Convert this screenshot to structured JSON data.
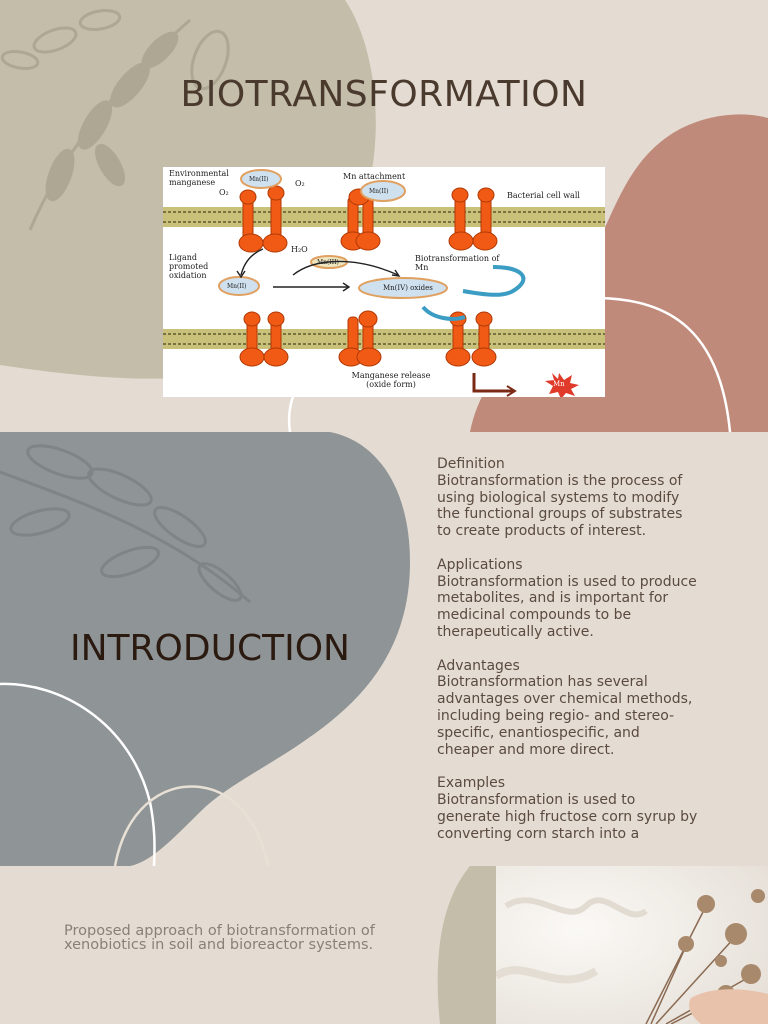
{
  "slide1": {
    "title": "BIOTRANSFORMATION",
    "diagram": {
      "labels": {
        "env_manganese": "Environmental manganese",
        "o2_left": "O₂",
        "o2_right": "O₂",
        "mn_attachment": "Mn attachment",
        "bacterial_cell_wall": "Bacterial cell wall",
        "h2o": "H₂O",
        "ligand": "Ligand promoted oxidation",
        "biotrans_mn": "Biotransformation of Mn",
        "mn_ii_top": "Mn(II)",
        "mn_ii_attach": "Mn(II)",
        "mn_iii": "Mn(III)",
        "mn_ii_left": "Mn(II)",
        "mn_iv": "Mn(IV) oxides",
        "release": "Manganese release (oxide form)",
        "mn_burst": "Mn"
      }
    }
  },
  "slide2": {
    "heading": "INTRODUCTION",
    "sections": [
      {
        "title": "Definition",
        "body": "Biotransformation is the process of using biological systems to modify the functional groups of substrates to create products of interest."
      },
      {
        "title": "Applications",
        "body": "Biotransformation is used to produce metabolites, and is important for medicinal compounds to be therapeutically active."
      },
      {
        "title": "Advantages",
        "body": "Biotransformation has several advantages over chemical methods, including being regio- and stereo-specific, enantiospecific, and cheaper and more direct."
      },
      {
        "title": "Examples",
        "body": "Biotransformation is used to generate high fructose corn syrup by converting corn starch into a"
      }
    ]
  },
  "slide3": {
    "caption": "Proposed approach of biotransformation of xenobiotics in soil and bioreactor systems."
  },
  "colors": {
    "background": "#e4dcd2",
    "olive_blob": "#c3bda9",
    "rose_blob": "#c08a7b",
    "slate_blob": "#8f9497",
    "protein_orange": "#f05a14",
    "arrow_blue": "#3b9cc4"
  }
}
